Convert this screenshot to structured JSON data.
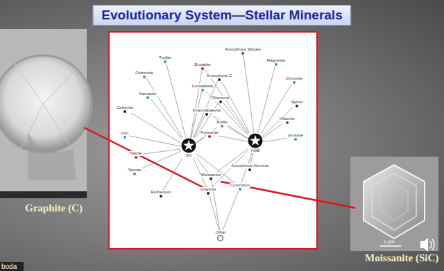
{
  "diagram": {
    "title": "Evolutionary System—Stellar Minerals",
    "nodes": [
      {
        "text": [
          "SN"
        ]
      },
      {
        "text": [
          "AGB"
        ]
      },
      {
        "text": [
          "Troilite"
        ]
      },
      {
        "text": [
          "Osbornite"
        ]
      },
      {
        "text": [
          "Cohenite"
        ]
      },
      {
        "text": [
          "Kamacite"
        ]
      },
      {
        "text": [
          "Iron"
        ]
      },
      {
        "text": [
          "Nierite"
        ]
      },
      {
        "text": [
          "Taenite"
        ]
      },
      {
        "text": [
          "Ruthenium"
        ]
      },
      {
        "text": [
          "Enstatite"
        ]
      },
      {
        "text": [
          "Amorphous C"
        ]
      },
      {
        "text": [
          "Lonsdaleite"
        ]
      },
      {
        "text": [
          "Diamond"
        ]
      },
      {
        "text": [
          "Khamrabaevite"
        ]
      },
      {
        "text": [
          "Rutile"
        ]
      },
      {
        "text": [
          "Forsterite"
        ]
      },
      {
        "text": [
          "Moissanite"
        ]
      },
      {
        "text": [
          "Graphite"
        ]
      },
      {
        "text": [
          "Corundum"
        ]
      },
      {
        "text": [
          "Amorphous Silicate"
        ]
      },
      {
        "text": [
          "Magnetite"
        ]
      },
      {
        "text": [
          "Chromite"
        ]
      },
      {
        "text": [
          "Spinel"
        ]
      },
      {
        "text": [
          "Hibonite"
        ]
      },
      {
        "text": [
          "Grossite"
        ]
      },
      {
        "text": [
          "Amorphous Alumina"
        ]
      },
      {
        "text": [
          "Other"
        ]
      }
    ],
    "edges": [
      {
        "from": 0,
        "to": 2,
        "arrow": "none"
      },
      {
        "from": 0,
        "to": 3,
        "arrow": "none"
      },
      {
        "from": 0,
        "to": 4,
        "arrow": "none"
      },
      {
        "from": 0,
        "to": 5,
        "arrow": "none"
      },
      {
        "from": 0,
        "to": 6,
        "arrow": "none"
      },
      {
        "from": 0,
        "to": 7,
        "arrow": "none"
      },
      {
        "from": 0,
        "to": 8,
        "arrow": "none"
      },
      {
        "from": 0,
        "to": 9,
        "arrow": "none"
      },
      {
        "from": 0,
        "to": 10,
        "arrow": "none"
      },
      {
        "from": 0,
        "to": 11,
        "arrow": "none"
      },
      {
        "from": 0,
        "to": 12,
        "arrow": "none"
      },
      {
        "from": 0,
        "to": 13,
        "arrow": "none"
      },
      {
        "from": 0,
        "to": 14,
        "arrow": "none"
      },
      {
        "from": 0,
        "to": 15,
        "arrow": "none"
      },
      {
        "from": 0,
        "to": 16,
        "arrow": "none"
      },
      {
        "from": 0,
        "to": 17,
        "arrow": "none"
      },
      {
        "from": 0,
        "to": 18,
        "arrow": "none"
      },
      {
        "from": 0,
        "to": 19,
        "arrow": "none"
      },
      {
        "from": 1,
        "to": 10,
        "arrow": "none"
      },
      {
        "from": 1,
        "to": 11,
        "arrow": "none"
      },
      {
        "from": 1,
        "to": 12,
        "arrow": "none"
      },
      {
        "from": 1,
        "to": 13,
        "arrow": "none"
      },
      {
        "from": 1,
        "to": 14,
        "arrow": "none"
      },
      {
        "from": 1,
        "to": 15,
        "arrow": "none"
      },
      {
        "from": 1,
        "to": 16,
        "arrow": "none"
      },
      {
        "from": 1,
        "to": 17,
        "arrow": "none"
      },
      {
        "from": 1,
        "to": 18,
        "arrow": "none"
      },
      {
        "from": 1,
        "to": 19,
        "arrow": "none"
      },
      {
        "from": 1,
        "to": 20,
        "arrow": "none"
      },
      {
        "from": 1,
        "to": 21,
        "arrow": "none"
      },
      {
        "from": 1,
        "to": 22,
        "arrow": "none"
      },
      {
        "from": 1,
        "to": 23,
        "arrow": "none"
      },
      {
        "from": 1,
        "to": 24,
        "arrow": "none"
      },
      {
        "from": 1,
        "to": 25,
        "arrow": "none"
      },
      {
        "from": 1,
        "to": 26,
        "arrow": "none"
      },
      {
        "from": 27,
        "to": 17,
        "arrow": "none"
      },
      {
        "from": 27,
        "to": 18,
        "arrow": "none"
      },
      {
        "from": 27,
        "to": 19,
        "arrow": "none"
      }
    ],
    "labels": [
      "Graphite (C)",
      "Moissanite (SiC)",
      "1 μm",
      "boda"
    ]
  }
}
